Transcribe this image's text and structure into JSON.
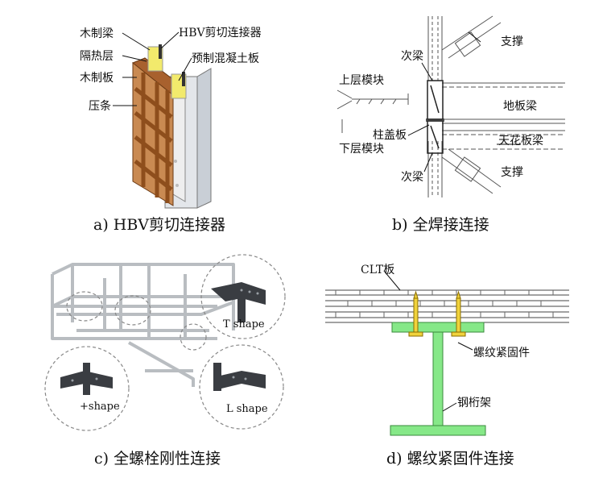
{
  "panel_a": {
    "caption": "a) HBV剪切连接器",
    "labels": {
      "wood_beam": "木制梁",
      "insulation": "隔热层",
      "wood_board": "木制板",
      "batten": "压条",
      "hbv": "HBV剪切连接器",
      "precast": "预制混凝土板"
    }
  },
  "panel_b": {
    "caption": "b) 全焊接连接",
    "labels": {
      "secondary_beam_top": "次梁",
      "upper_module": "上层模块",
      "column_cap": "柱盖板",
      "lower_module": "下层模块",
      "secondary_beam_bottom": "次梁",
      "brace_top": "支撑",
      "floor_beam": "地板梁",
      "ceiling_beam": "天花板梁",
      "brace_bottom": "支撑"
    }
  },
  "panel_c": {
    "caption": "c) 全螺栓刚性连接",
    "labels": {
      "t_shape": "T shape",
      "plus_shape": "+shape",
      "l_shape": "L shape"
    }
  },
  "panel_d": {
    "caption": "d) 螺纹紧固件连接",
    "labels": {
      "clt": "CLT板",
      "fastener": "螺纹紧固件",
      "truss": "钢桁架"
    }
  },
  "colors": {
    "wood": "#b8703a",
    "insulation": "#f2ea6c",
    "steel_green": "#86e888",
    "bolt_yellow": "#f0d23c",
    "concrete": "#d8dde2",
    "frame": "#e6e8ea"
  }
}
